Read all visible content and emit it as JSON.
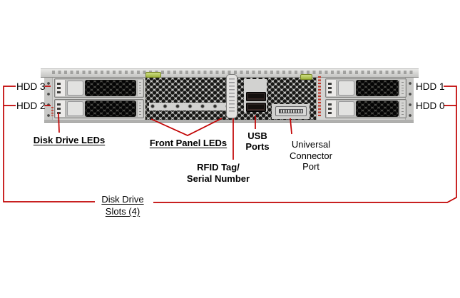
{
  "labels": {
    "hdd3": "HDD 3",
    "hdd2": "HDD 2",
    "hdd1": "HDD 1",
    "hdd0": "HDD 0",
    "disk_drive_leds": "Disk Drive LEDs",
    "front_panel_leds": "Front Panel LEDs",
    "usb": {
      "line1": "USB",
      "line2": "Ports"
    },
    "rfid": {
      "line1": "RFID Tag/",
      "line2": "Serial Number"
    },
    "universal_connector": {
      "line1": "Universal",
      "line2": "Connector",
      "line3": "Port"
    },
    "disk_drive_slots": {
      "line1": "Disk Drive",
      "line2": "Slots (4)"
    }
  },
  "colors": {
    "callout_red": "#C10000",
    "chassis_gray": "#d3d3d1",
    "grille_dark": "#484844",
    "latch_green": "#afc455",
    "background": "#ffffff"
  }
}
